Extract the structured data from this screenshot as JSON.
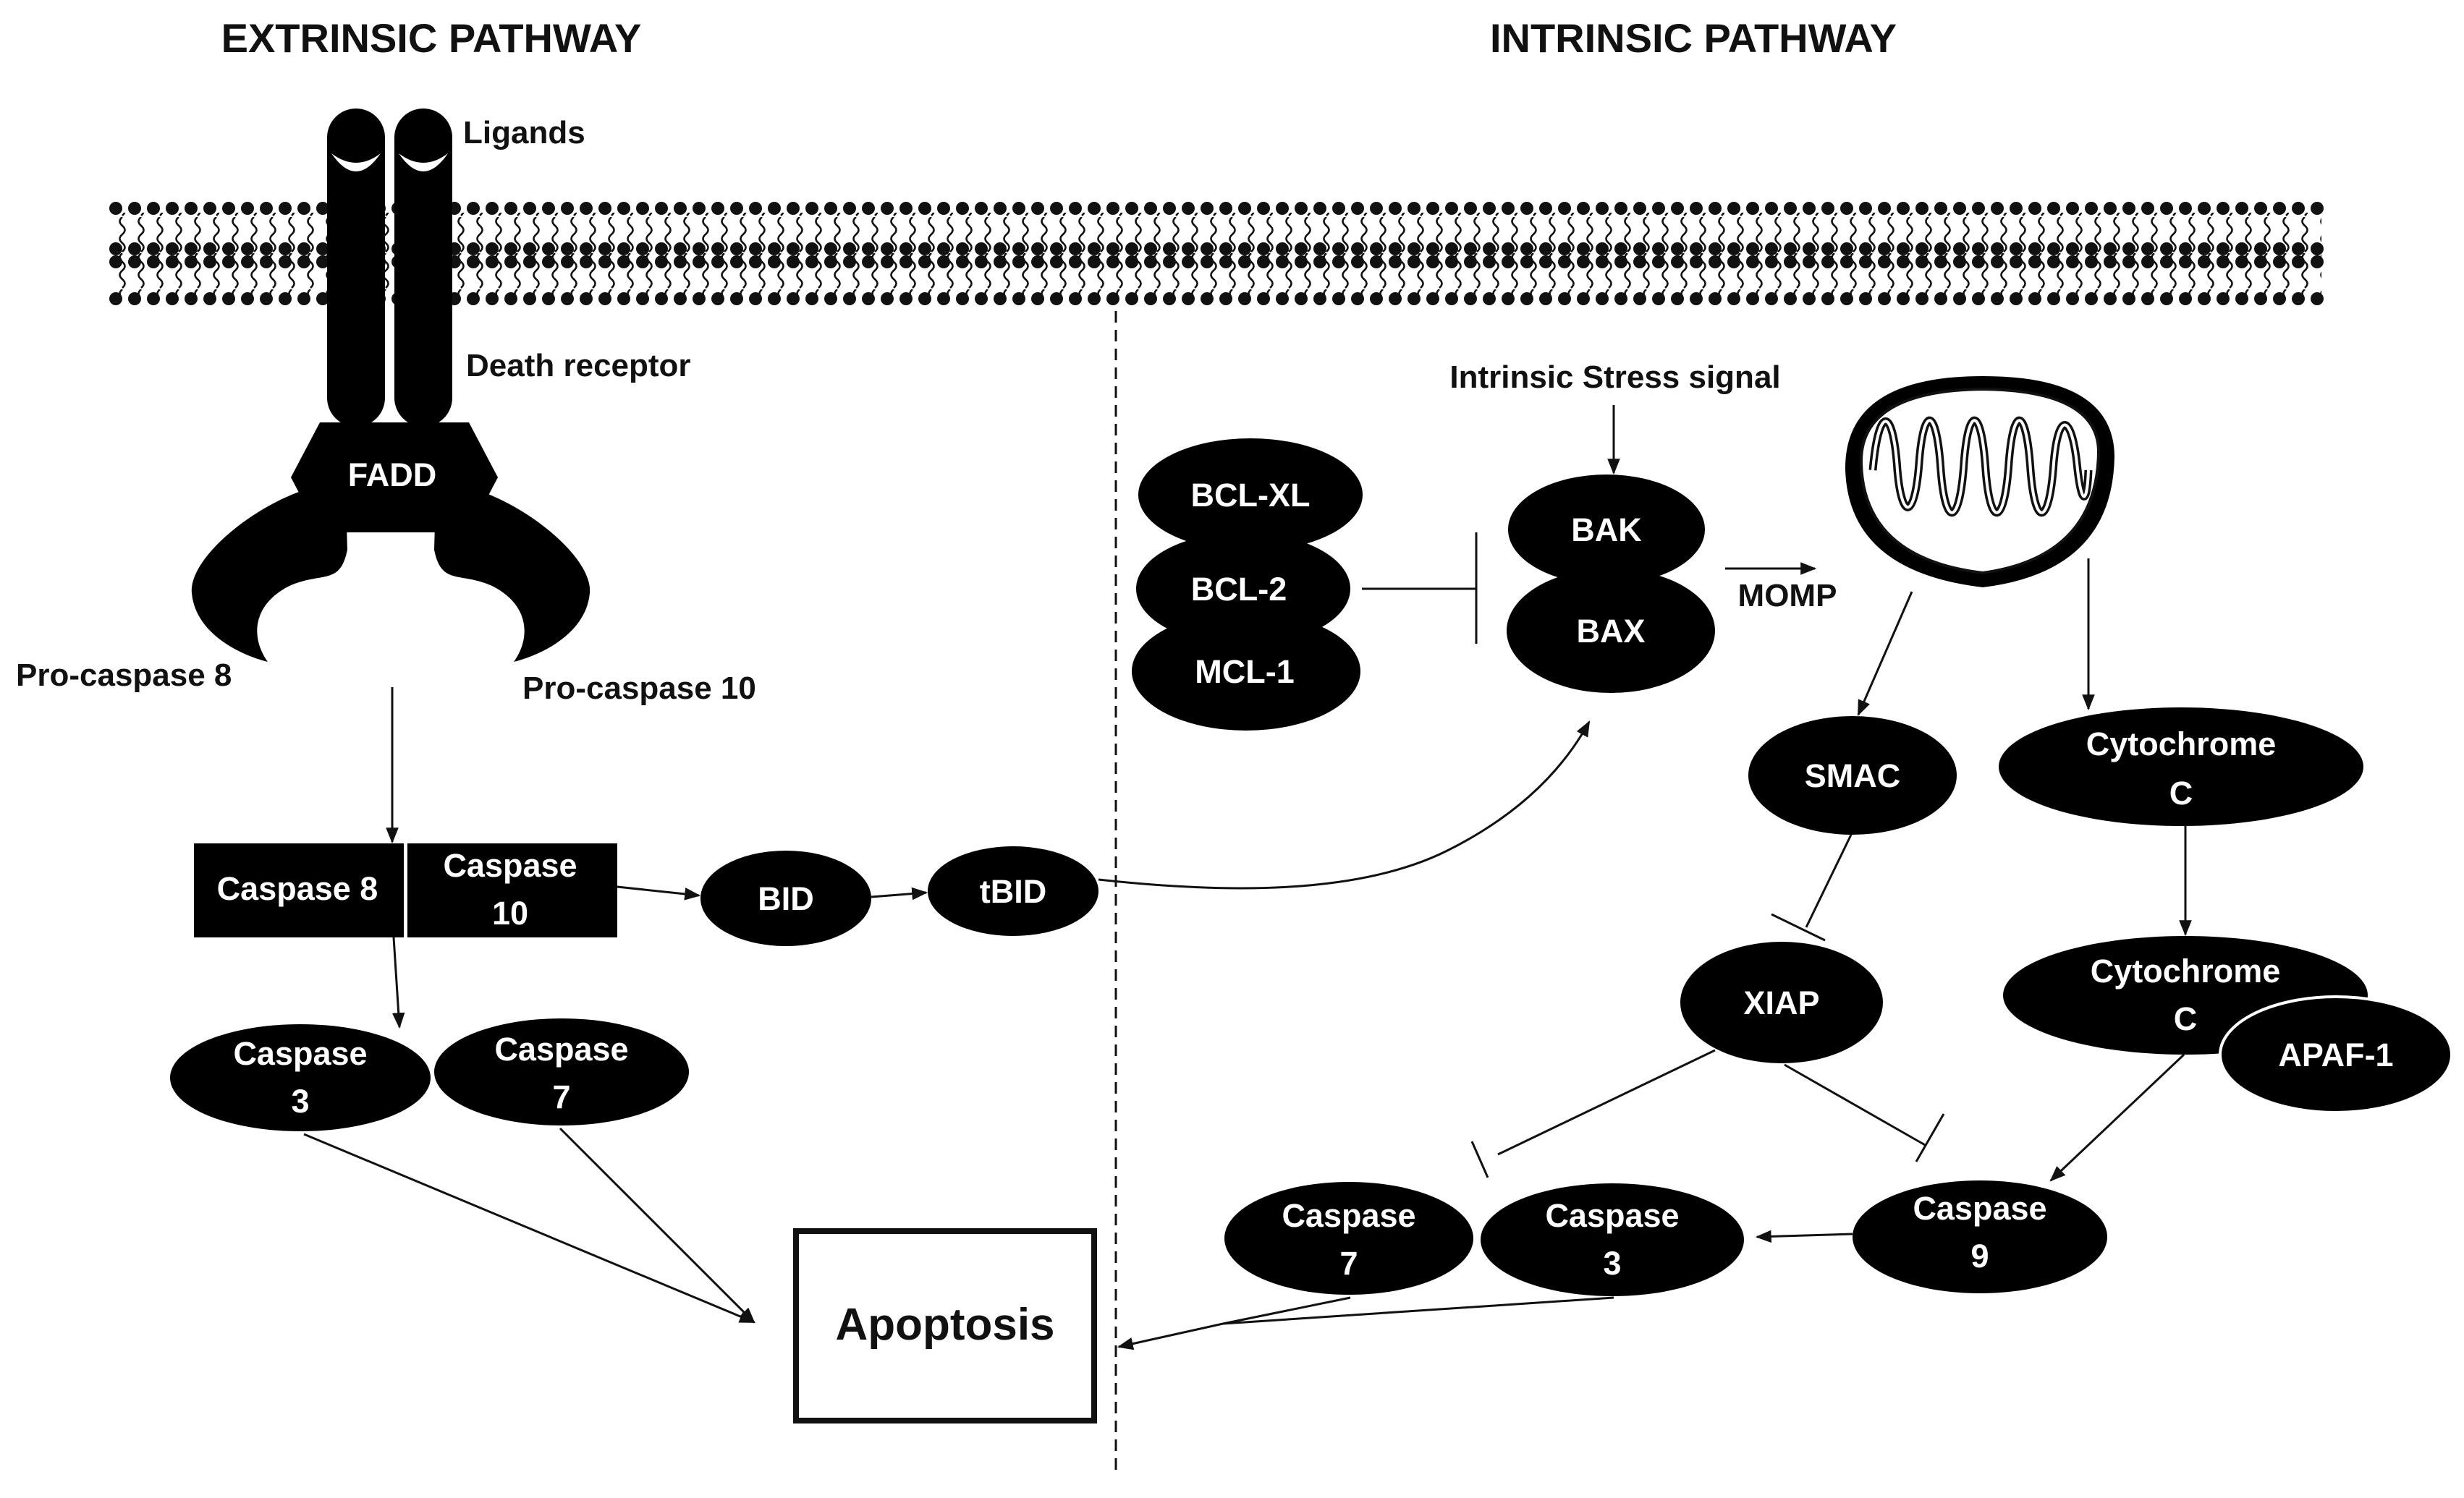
{
  "titles": {
    "extrinsic": "EXTRINSIC PATHWAY",
    "intrinsic": "INTRINSIC PATHWAY"
  },
  "labels": {
    "ligands": "Ligands",
    "death_receptor": "Death receptor",
    "fadd": "FADD",
    "pro_caspase_8": "Pro-caspase 8",
    "pro_caspase_10": "Pro-caspase 10",
    "caspase_8": "Caspase 8",
    "caspase_10": [
      "Caspase",
      "10"
    ],
    "bid": "BID",
    "tbid": "tBID",
    "ext_caspase_3": [
      "Caspase",
      "3"
    ],
    "ext_caspase_7": [
      "Caspase",
      "7"
    ],
    "apoptosis": "Apoptosis",
    "intrinsic_stress": "Intrinsic Stress signal",
    "bcl_xl": "BCL-XL",
    "bcl_2": "BCL-2",
    "mcl_1": "MCL-1",
    "bak": "BAK",
    "bax": "BAX",
    "momp": "MOMP",
    "smac": "SMAC",
    "cytochrome_c": [
      "Cytochrome",
      "C"
    ],
    "cytochrome_c_complex": [
      "Cytochrome",
      "C"
    ],
    "apaf_1": "APAF-1",
    "xiap": "XIAP",
    "int_caspase_9": [
      "Caspase",
      "9"
    ],
    "int_caspase_3": [
      "Caspase",
      "3"
    ],
    "int_caspase_7": [
      "Caspase",
      "7"
    ]
  },
  "colors": {
    "node_fill": "#000000",
    "node_text": "#ffffff",
    "line": "#111111",
    "background": "#ffffff"
  }
}
